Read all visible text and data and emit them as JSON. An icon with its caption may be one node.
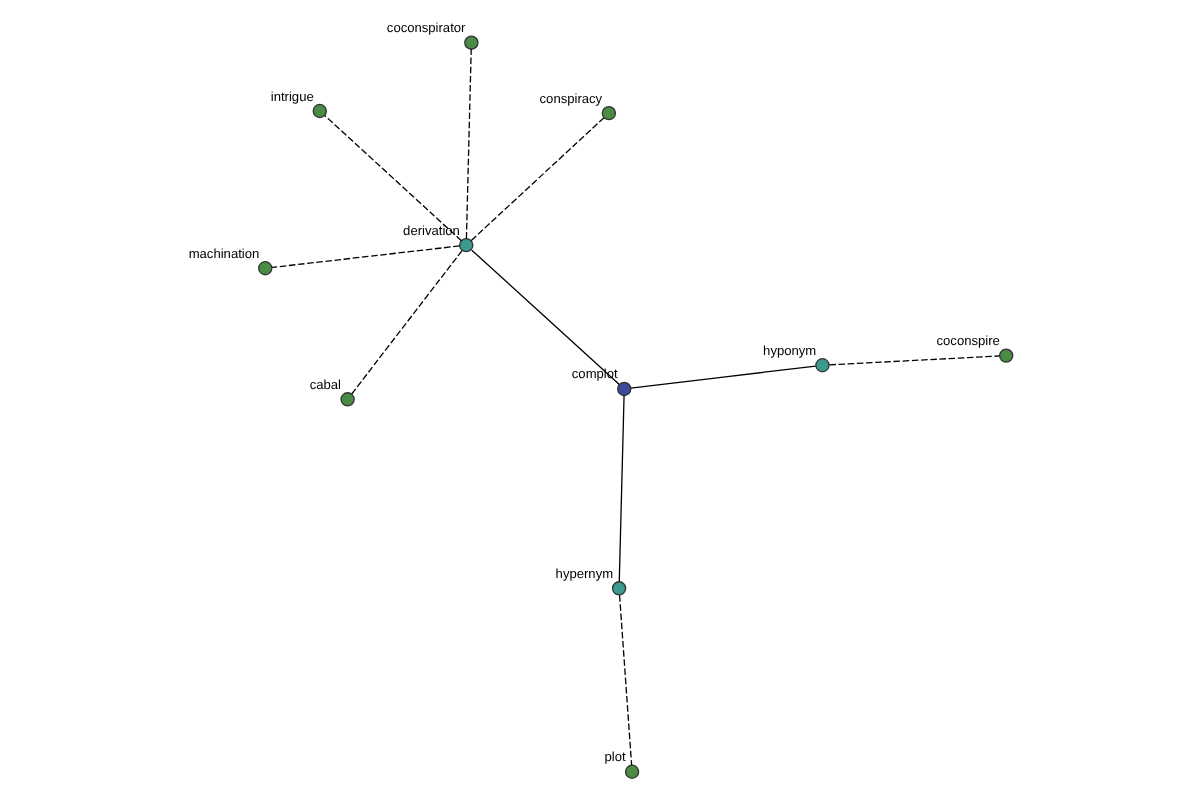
{
  "diagram": {
    "nodes": [
      {
        "text": [
          "complot"
        ]
      },
      {
        "text": [
          "derivation"
        ]
      },
      {
        "text": [
          "hyponym"
        ]
      },
      {
        "text": [
          "hypernym"
        ]
      },
      {
        "text": [
          "coconspirator"
        ]
      },
      {
        "text": [
          "cabal"
        ]
      },
      {
        "text": [
          "conspiracy"
        ]
      },
      {
        "text": [
          "intrigue"
        ]
      },
      {
        "text": [
          "machination"
        ]
      },
      {
        "text": [
          "coconspire"
        ]
      },
      {
        "text": [
          "plot"
        ]
      }
    ],
    "edges": [
      {
        "from": 0,
        "to": 1,
        "arrow": "none"
      },
      {
        "from": 0,
        "to": 2,
        "arrow": "none"
      },
      {
        "from": 0,
        "to": 3,
        "arrow": "none"
      },
      {
        "from": 1,
        "to": 4,
        "arrow": "none",
        "style": "dashed"
      },
      {
        "from": 1,
        "to": 5,
        "arrow": "none",
        "style": "dashed"
      },
      {
        "from": 1,
        "to": 6,
        "arrow": "none",
        "style": "dashed"
      },
      {
        "from": 1,
        "to": 7,
        "arrow": "none",
        "style": "dashed"
      },
      {
        "from": 1,
        "to": 8,
        "arrow": "none",
        "style": "dashed"
      },
      {
        "from": 2,
        "to": 9,
        "arrow": "none",
        "style": "dashed"
      },
      {
        "from": 3,
        "to": 10,
        "arrow": "none",
        "style": "dashed"
      }
    ]
  }
}
